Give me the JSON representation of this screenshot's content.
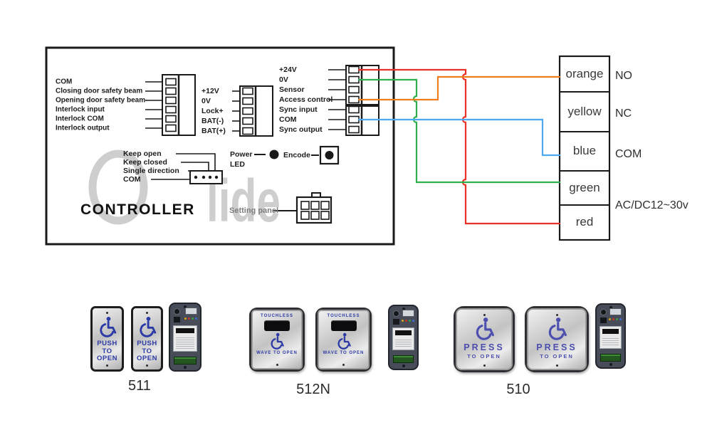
{
  "controller": {
    "title": "CONTROLLER",
    "watermark": {
      "text": "Olide",
      "tail": "lide"
    },
    "left_terminal_labels": [
      "COM",
      "Closing door safety beam",
      "Opening door safety beam",
      "Interlock input",
      "Interlock COM",
      "Interlock output"
    ],
    "middle_terminal_labels": [
      "+12V",
      "0V",
      "Lock+",
      "BAT(-)",
      "BAT(+)"
    ],
    "right_terminal_labels": [
      "+24V",
      "0V",
      "Sensor",
      "Access control",
      "Sync input",
      "COM",
      "Sync output"
    ],
    "mode_labels": [
      "Keep open",
      "Keep closed",
      "Single direction",
      "COM"
    ],
    "power_label": "Power",
    "led_label": "LED",
    "encode_label": "Encode",
    "setting_panel_label": "Setting panel"
  },
  "wiring_table": {
    "rows": [
      {
        "wire": "orange",
        "label": "NO"
      },
      {
        "wire": "yellow",
        "label": "NC"
      },
      {
        "wire": "blue",
        "label": "COM"
      },
      {
        "wire": "green",
        "label": ""
      },
      {
        "wire": "red",
        "label": ""
      }
    ],
    "supply_label": "AC/DC12~30v"
  },
  "colors": {
    "wire_red": "#e93128",
    "wire_green": "#2fae4c",
    "wire_orange": "#ef7d1d",
    "wire_blue": "#4da9f0",
    "icon_blue": "#2b3aa5",
    "icon_purple": "#4c4fae",
    "watermark": "#c9c9c9",
    "line_dark": "#1a1a1a"
  },
  "products": [
    {
      "model": "511",
      "plate_lines": [
        "PUSH",
        "TO",
        "OPEN"
      ]
    },
    {
      "model": "512N",
      "top_text": "TOUCHLESS",
      "bottom_text": "WAVE TO OPEN"
    },
    {
      "model": "510",
      "main_text": "PRESS",
      "sub_text": "TO OPEN"
    }
  ]
}
